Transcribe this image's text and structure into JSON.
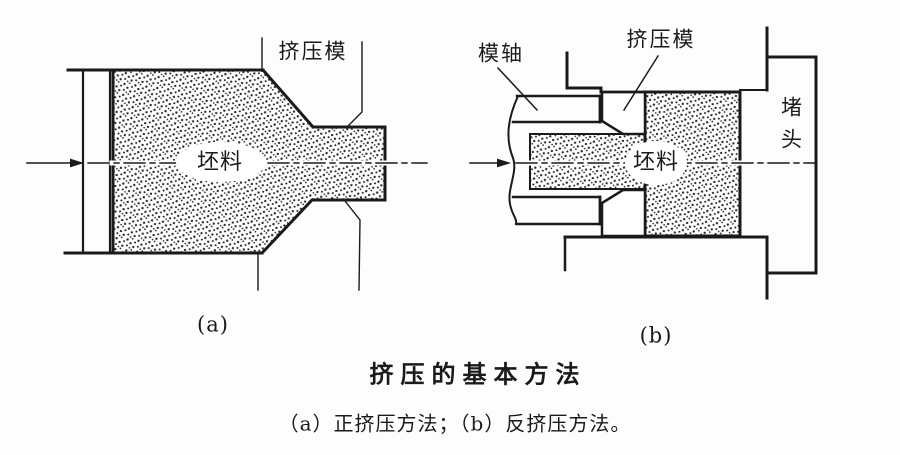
{
  "figure": {
    "title": "挤压的基本方法",
    "caption": "（a）正挤压方法；（b）反挤压方法。",
    "diagram_a": {
      "caption": "(a)",
      "die_label": "挤压模",
      "billet_label": "坯料"
    },
    "diagram_b": {
      "caption": "(b)",
      "die_label": "挤压模",
      "mandrel_label": "模轴",
      "plug_label": "堵头",
      "billet_label": "坯料"
    }
  },
  "colors": {
    "line": "#1a1a1a",
    "background": "#fdfdfd",
    "stipple_dot": "#222222"
  }
}
